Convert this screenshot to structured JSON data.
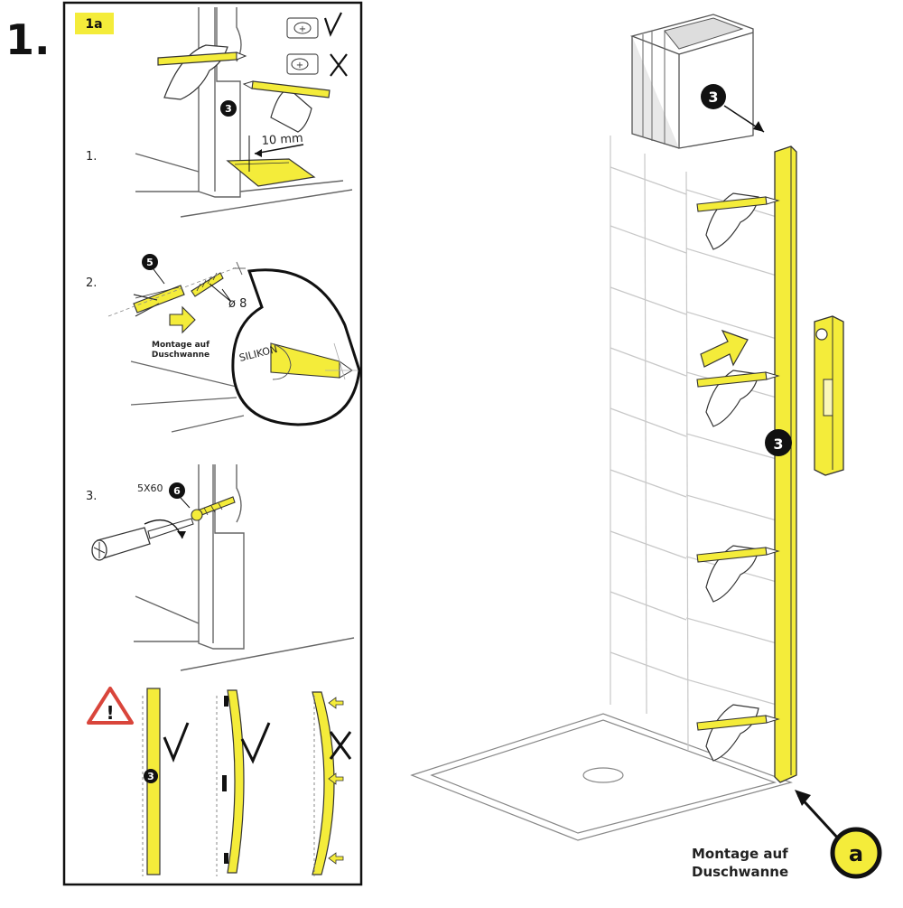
{
  "step_number": "1.",
  "panel_tag": "1a",
  "substeps": [
    "1.",
    "2.",
    "3."
  ],
  "measure_label": "10 mm",
  "diameter_label": "ø 8",
  "screw_size_label": "5X60",
  "silicone_label": "SILIKON",
  "mount_text": {
    "line1": "Montage auf",
    "line2": "Duschwanne"
  },
  "mount_text_large": {
    "line1": "Montage auf",
    "line2": "Duschwanne"
  },
  "callouts": {
    "profile": "3",
    "dowel": "5",
    "screw": "6",
    "corner": "a"
  },
  "colors": {
    "highlight": "#f4ec3a",
    "ink": "#1a1a1a",
    "warning": "#d9453b",
    "line": "#bbbbbb"
  },
  "icons": [
    "pencil-icon",
    "hand-icon",
    "spirit-level-icon",
    "screwdriver-icon",
    "wall-plug-icon",
    "screw-icon",
    "warning-icon",
    "check-icon",
    "cross-icon",
    "arrow-icon"
  ]
}
